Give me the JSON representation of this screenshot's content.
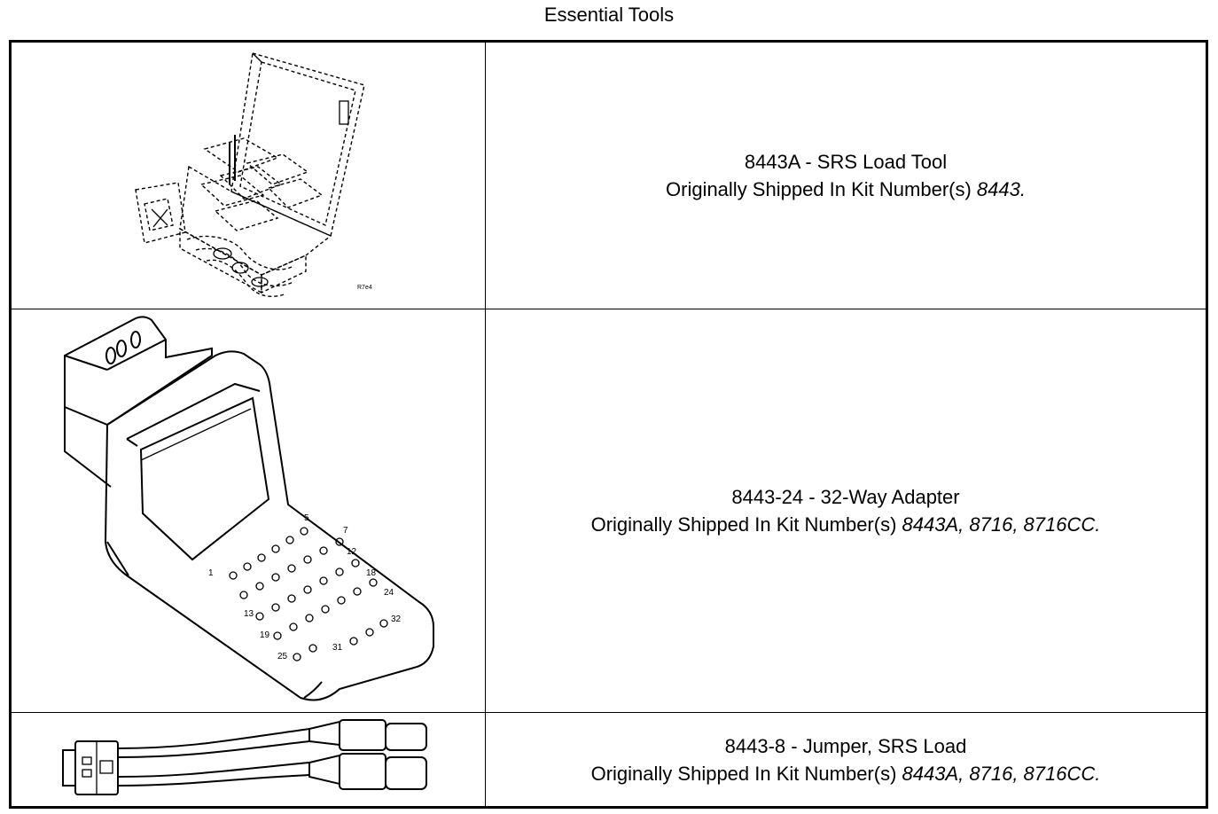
{
  "page_title": "Essential Tools",
  "tools": [
    {
      "name": "8443A - SRS Load Tool",
      "shipped_prefix": "Originally Shipped In Kit Number(s) ",
      "kits": "8443",
      "shipped_suffix": ".",
      "figure_label": "R7e4"
    },
    {
      "name": "8443-24 - 32-Way Adapter",
      "shipped_prefix": "Originally Shipped In Kit Number(s) ",
      "kits": "8443A, 8716, 8716CC",
      "shipped_suffix": ".",
      "pin_labels": [
        "1",
        "5",
        "7",
        "12",
        "13",
        "18",
        "19",
        "24",
        "25",
        "31",
        "32"
      ]
    },
    {
      "name": "8443-8 - Jumper, SRS Load",
      "shipped_prefix": "Originally Shipped In Kit Number(s) ",
      "kits": "8443A, 8716, 8716CC",
      "shipped_suffix": "."
    }
  ]
}
